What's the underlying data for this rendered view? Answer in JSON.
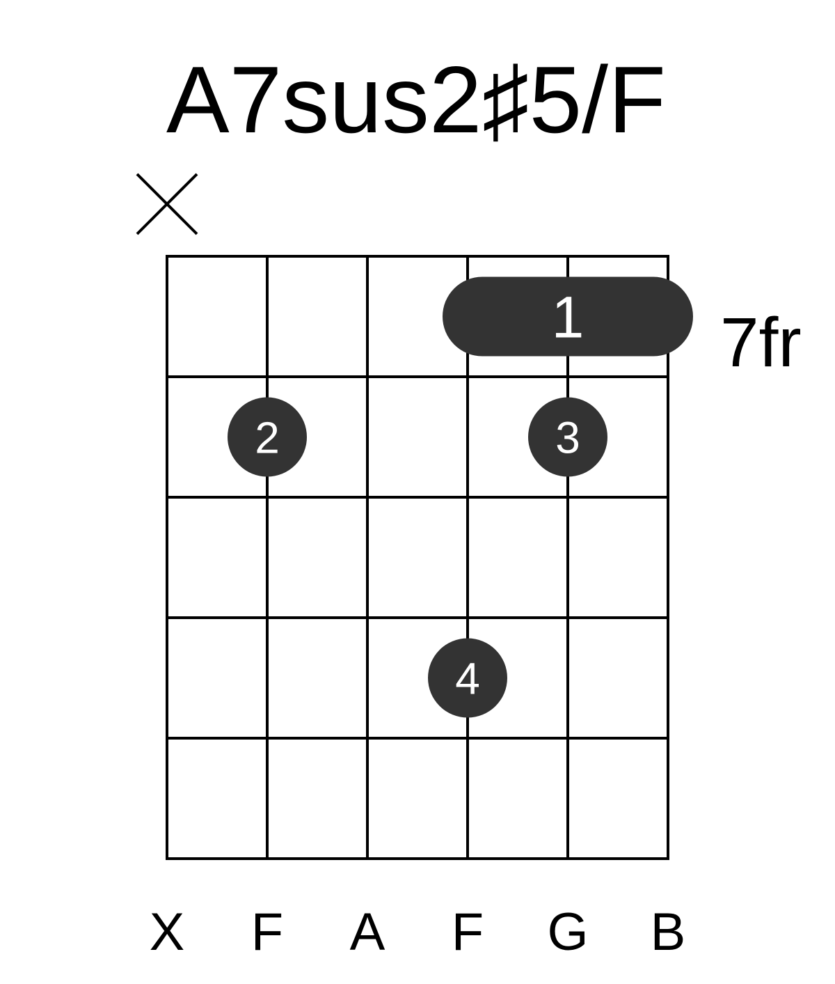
{
  "chord": {
    "name": "A7sus2♯5/F",
    "start_fret_label": "7fr",
    "string_count": 6,
    "fret_count": 5,
    "muted_strings": [
      0
    ],
    "string_notes": [
      "X",
      "F",
      "A",
      "F",
      "G",
      "B"
    ],
    "barre": {
      "fret": 1,
      "from_string": 3,
      "to_string": 5,
      "finger": "1"
    },
    "dots": [
      {
        "string": 1,
        "fret": 2,
        "finger": "2"
      },
      {
        "string": 4,
        "fret": 2,
        "finger": "3"
      },
      {
        "string": 3,
        "fret": 4,
        "finger": "4"
      }
    ]
  },
  "colors": {
    "line": "#000000",
    "dot": "#333333",
    "finger_text": "#ffffff",
    "background": "#ffffff"
  }
}
